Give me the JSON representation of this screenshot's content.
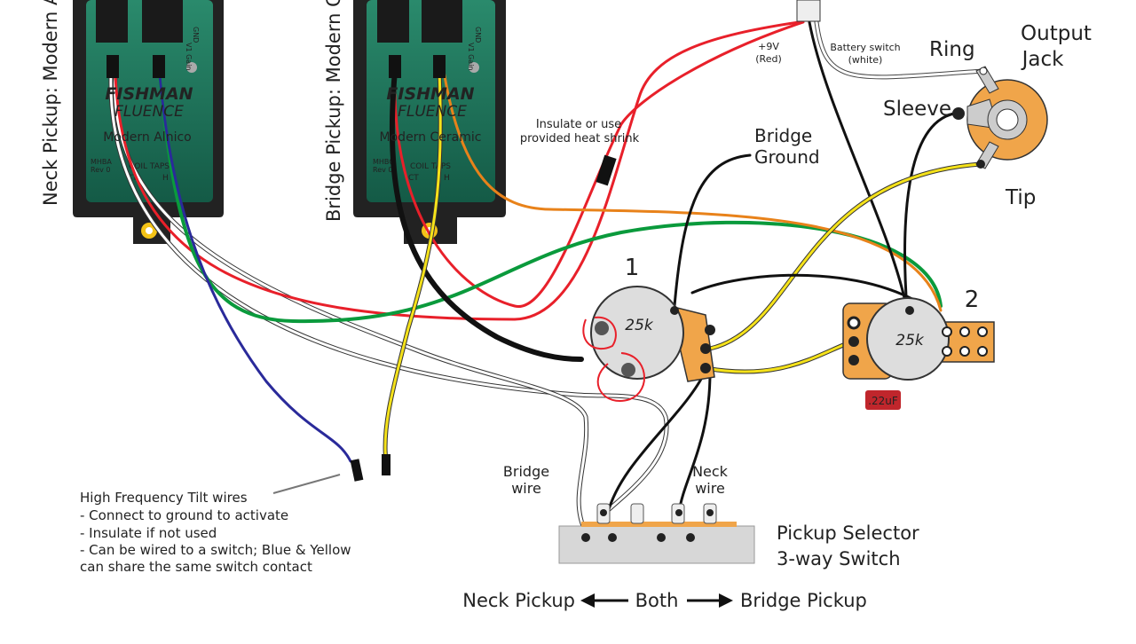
{
  "neck_pickup": {
    "label": "Neck Pickup:  Modern A",
    "brand": "FISHMAN",
    "sub_brand": "FLUENCE",
    "model": "Modern Alnico",
    "code": "MHBA",
    "rev": "Rev 0",
    "coil_taps": "COIL TAPS",
    "ct": "CT",
    "h": "H",
    "gnd": "GND",
    "v1": "V1 Gain"
  },
  "bridge_pickup": {
    "label": "Bridge Pickup:  Modern C",
    "brand": "FISHMAN",
    "sub_brand": "FLUENCE",
    "model": "Modern Ceramic",
    "code": "MHBC",
    "rev": "Rev 0",
    "coil_taps": "COIL TAPS",
    "ct": "CT",
    "h": "H",
    "gnd": "GND",
    "v1": "V1 Gain"
  },
  "battery": {
    "plus9v": "+9V",
    "red": "(Red)",
    "switch": "Battery switch",
    "white": "(white)"
  },
  "insulate": {
    "line1": "Insulate or use",
    "line2": "provided heat shrink"
  },
  "bridge_ground": {
    "line1": "Bridge",
    "line2": "Ground"
  },
  "jack": {
    "title1": "Output",
    "title2": "Jack",
    "ring": "Ring",
    "sleeve": "Sleeve",
    "tip": "Tip"
  },
  "pot1": {
    "number": "1",
    "value": "25k"
  },
  "pot2": {
    "number": "2",
    "value": "25k",
    "capacitor": ".22uF"
  },
  "switch": {
    "bridge_wire1": "Bridge",
    "bridge_wire2": "wire",
    "neck_wire1": "Neck",
    "neck_wire2": "wire",
    "title1": "Pickup Selector",
    "title2": "3-way Switch"
  },
  "hf_tilt": {
    "line1": "High Frequency Tilt wires",
    "line2": "- Connect to ground to activate",
    "line3": "- Insulate if not used",
    "line4": "- Can be wired to a switch; Blue & Yellow",
    "line5": "can share the same switch contact"
  },
  "positions": {
    "neck": "Neck Pickup",
    "both": "Both",
    "bridge": "Bridge Pickup"
  },
  "colors": {
    "board": "#1e6b54",
    "pot_plate": "#f0a54a",
    "red": "#e8202a",
    "green": "#0a9a3c",
    "blue": "#2a2a9a",
    "yellow": "#f5e21a",
    "orange": "#e8821a",
    "cap": "#c0262c"
  }
}
